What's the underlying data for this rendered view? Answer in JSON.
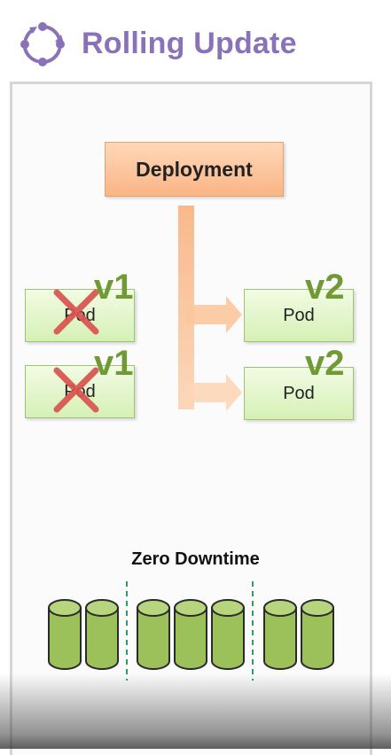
{
  "header": {
    "title": "Rolling Update",
    "logo_icon": "rotate-cycle-icon",
    "accent_color": "#8a72b8"
  },
  "diagram": {
    "deployment_label": "Deployment",
    "old_pods": [
      {
        "label": "Pod",
        "version": "v1",
        "status": "removed"
      },
      {
        "label": "Pod",
        "version": "v1",
        "status": "removed"
      }
    ],
    "new_pods": [
      {
        "label": "Pod",
        "version": "v2"
      },
      {
        "label": "Pod",
        "version": "v2"
      }
    ],
    "caption": "Zero Downtime",
    "cylinder_groups": [
      2,
      3,
      2
    ],
    "colors": {
      "deployment": "#f9b585",
      "pod": "#d6f0b5",
      "version_text": "#6f9a34",
      "cross": "#d9534f",
      "cylinder": "#9cc15a"
    }
  }
}
